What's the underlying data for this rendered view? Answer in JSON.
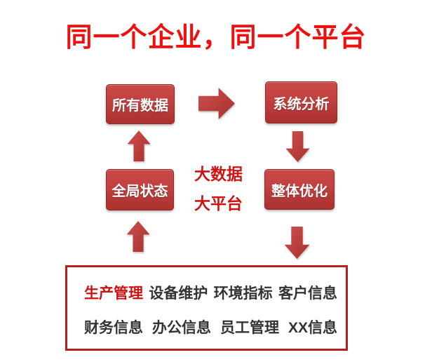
{
  "title": {
    "text": "同一个企业，同一个平台"
  },
  "flow": {
    "boxes": [
      {
        "id": "all-data",
        "label": "所有数据"
      },
      {
        "id": "system-analysis",
        "label": "系统分析"
      },
      {
        "id": "global-status",
        "label": "全局状态"
      },
      {
        "id": "overall-optimization",
        "label": "整体优化"
      }
    ],
    "center": {
      "line1": "大数据",
      "line2": "大平台"
    },
    "arrows": [
      {
        "name": "arrow-right",
        "from": "all-data",
        "to": "system-analysis"
      },
      {
        "name": "arrow-down",
        "from": "system-analysis",
        "to": "overall-optimization"
      },
      {
        "name": "arrow-up",
        "from": "global-status",
        "to": "all-data"
      },
      {
        "name": "arrow-up",
        "from": "bottom-panel",
        "to": "global-status"
      },
      {
        "name": "arrow-down",
        "from": "overall-optimization",
        "to": "bottom-panel"
      }
    ]
  },
  "bottom_panel": {
    "rows": [
      [
        "生产管理",
        "设备维护",
        "环境指标",
        "客户信息"
      ],
      [
        "财务信息",
        "办公信息",
        "员工管理",
        "XX信息"
      ]
    ],
    "highlighted_item": "生产管理"
  },
  "colors": {
    "title_red": "#ee0f0f",
    "center_text_red": "#cc1513",
    "box_gradient_top": "#c94a47",
    "box_gradient_bottom": "#a93130",
    "arrow_gradient_top": "#cd514e",
    "arrow_gradient_bottom": "#a72f2d",
    "panel_border_red": "#b2201f",
    "panel_item_dark": "#333333",
    "panel_item_highlight_red": "#cc1111",
    "box_text_white": "#ffffff"
  }
}
